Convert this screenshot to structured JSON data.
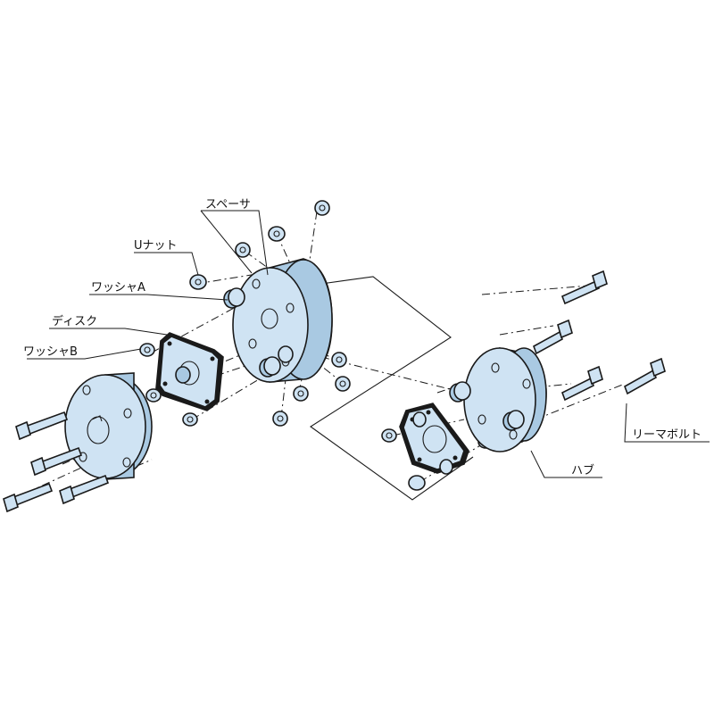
{
  "colors": {
    "part_fill": "#cfe3f3",
    "part_fill_dark": "#a9c9e2",
    "line": "#1a1a1a",
    "background": "#ffffff"
  },
  "labels": {
    "spacer": "スペーサ",
    "u_nut": "Uナット",
    "washer_a": "ワッシャA",
    "disc": "ディスク",
    "washer_b": "ワッシャB",
    "reamer_bolt": "リーマボルト",
    "hub": "ハブ"
  }
}
